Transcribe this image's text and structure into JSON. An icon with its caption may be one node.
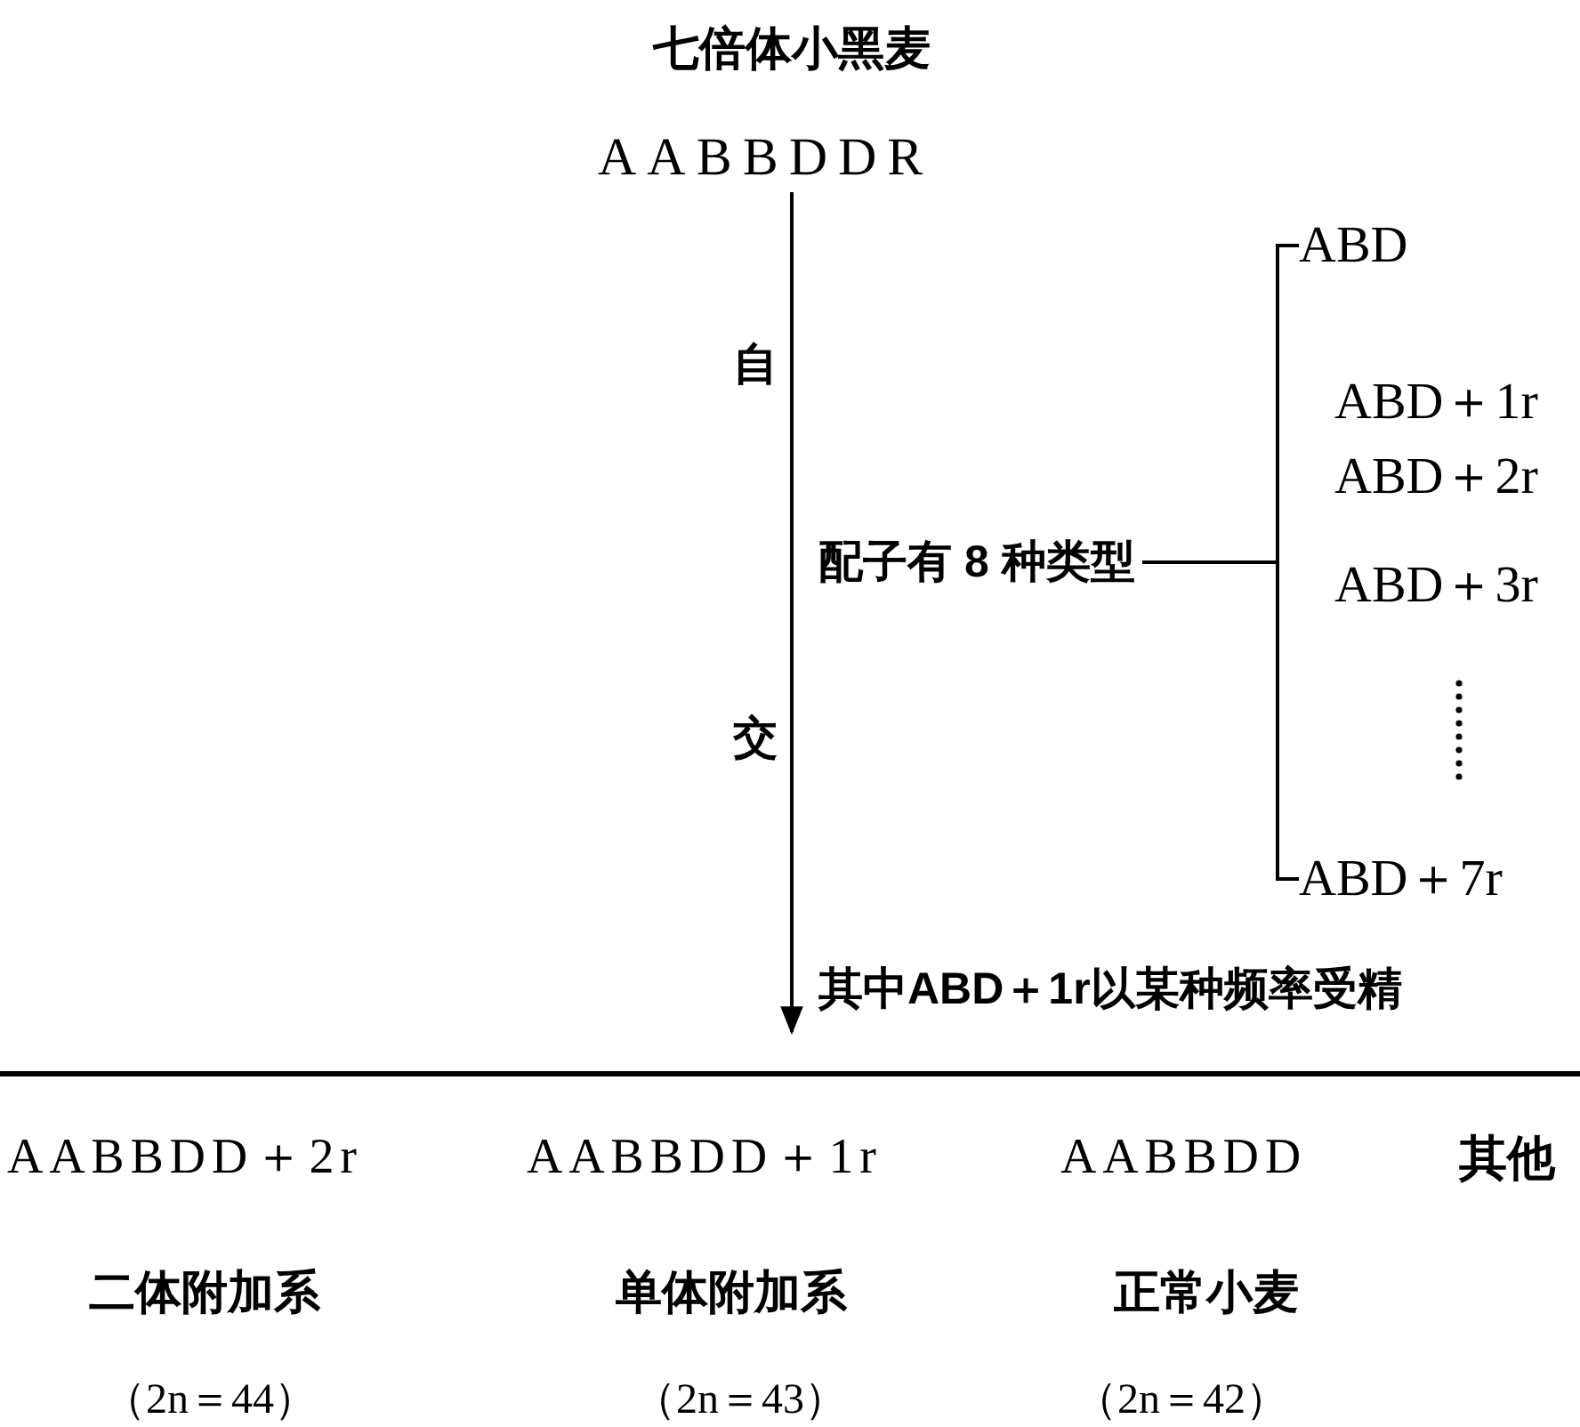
{
  "diagram": {
    "title": "七倍体小黑麦",
    "nodes": [
      {
        "text": [
          "AABBDDR"
        ]
      },
      {
        "text": [
          "配子有 8 种类型"
        ]
      },
      {
        "text": [
          "ABD"
        ]
      },
      {
        "text": [
          "ABD＋1r"
        ]
      },
      {
        "text": [
          "ABD＋2r"
        ]
      },
      {
        "text": [
          "ABD＋3r"
        ]
      },
      {
        "text": [
          "ABD＋7r"
        ]
      }
    ],
    "edges": [
      {
        "from": 0,
        "to": null,
        "arrow": "to"
      },
      {
        "from": 1,
        "to": 2,
        "arrow": "none"
      },
      {
        "from": 1,
        "to": 6,
        "arrow": "none"
      }
    ],
    "labels": [
      "自",
      "交",
      "其中ABD＋1r以某种频率受精",
      "AABBDD＋2r",
      "AABBDD＋1r",
      "AABBDD",
      "其他",
      "二体附加系",
      "单体附加系",
      "正常小麦",
      "（2n＝44）",
      "（2n＝43）",
      "（2n＝42）"
    ]
  }
}
